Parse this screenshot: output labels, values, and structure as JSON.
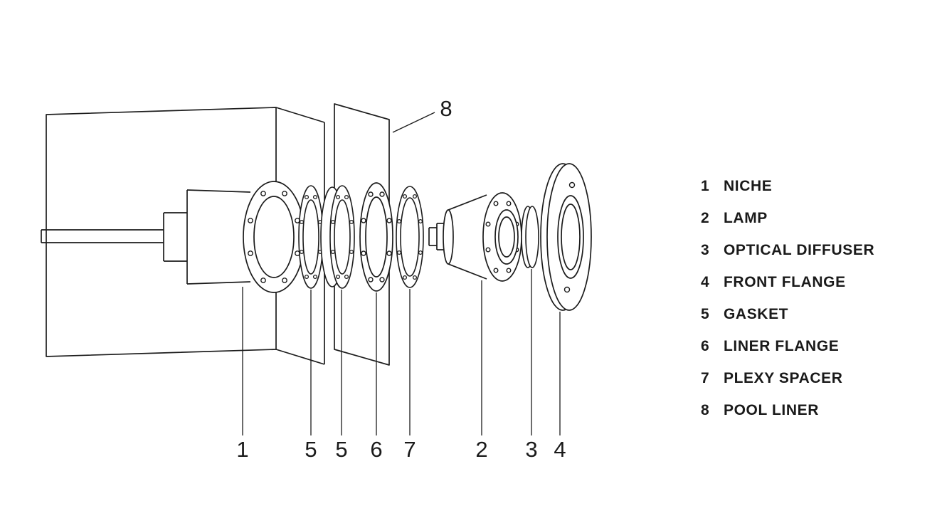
{
  "diagram": {
    "type": "exploded-view-technical-drawing",
    "subject": "Pool light niche and lamp assembly",
    "callouts": {
      "labels": [
        "1",
        "5",
        "5",
        "6",
        "7",
        "2",
        "3",
        "4"
      ],
      "top_label": "8"
    },
    "legend": {
      "items": [
        {
          "num": "1",
          "label": "NICHE"
        },
        {
          "num": "2",
          "label": "LAMP"
        },
        {
          "num": "3",
          "label": "OPTICAL DIFFUSER"
        },
        {
          "num": "4",
          "label": "FRONT FLANGE"
        },
        {
          "num": "5",
          "label": "GASKET"
        },
        {
          "num": "6",
          "label": "LINER FLANGE"
        },
        {
          "num": "7",
          "label": "PLEXY SPACER"
        },
        {
          "num": "8",
          "label": "POOL LINER"
        }
      ]
    },
    "colors": {
      "line": "#1c1c1c",
      "text": "#1a1a1a",
      "background": "#ffffff"
    }
  }
}
